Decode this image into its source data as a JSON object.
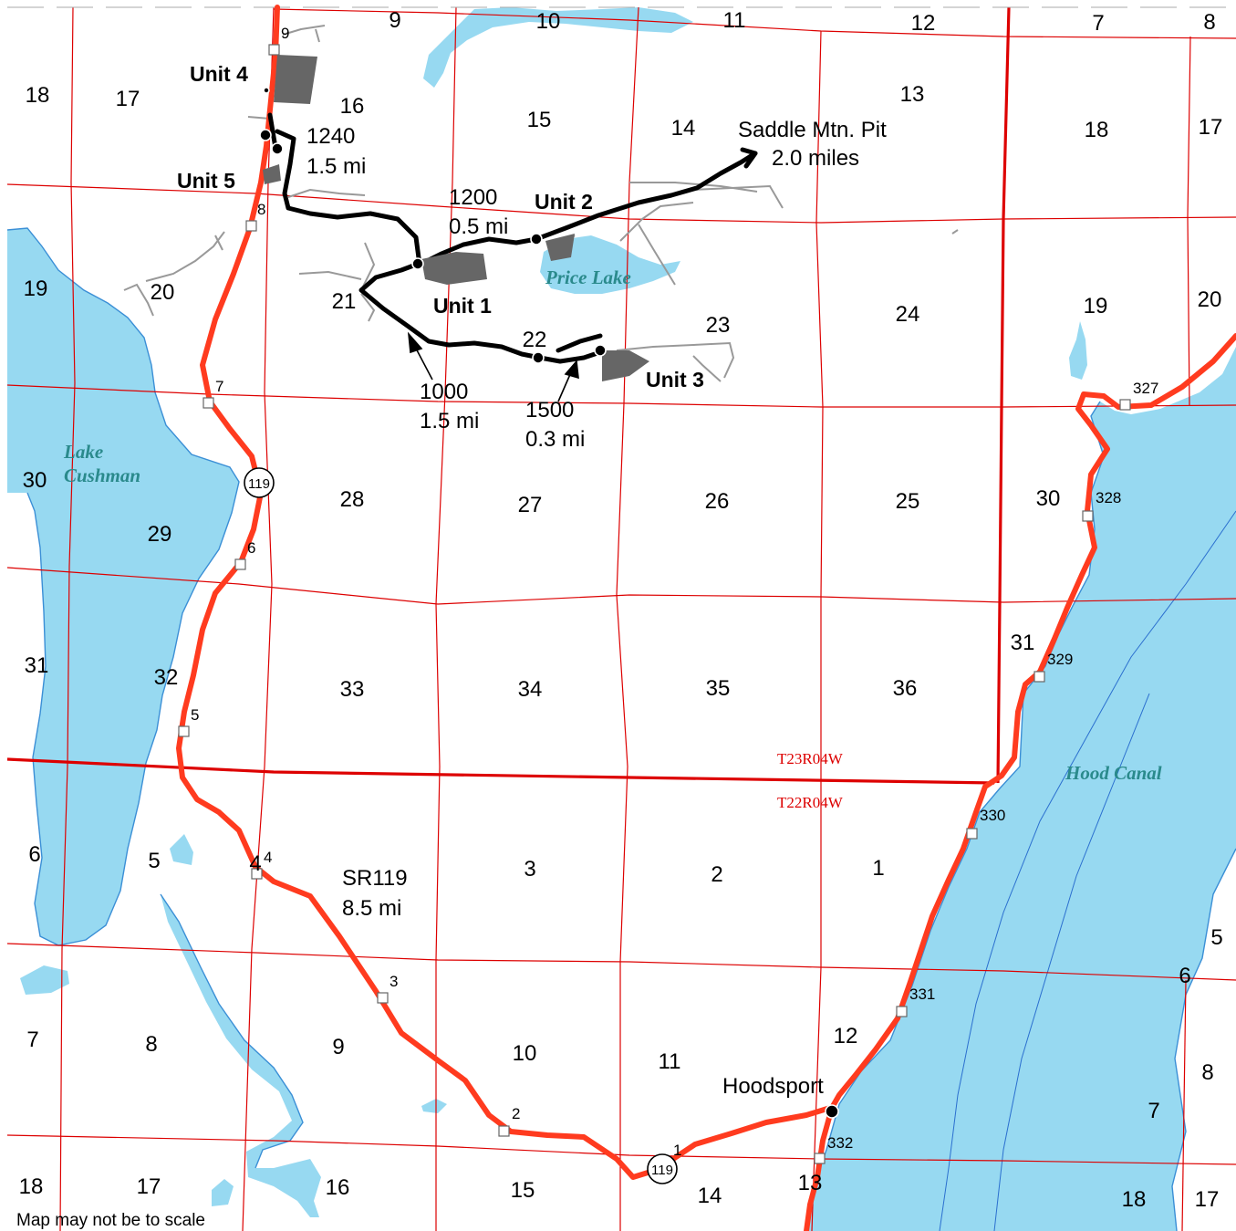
{
  "colors": {
    "water": "#97d9f1",
    "grid": "#dd0000",
    "highway": "#ff3b1f",
    "haul_route": "#000000",
    "unit_fill": "#666666",
    "water_label": "#2a8a8c",
    "spur_road": "#999999"
  },
  "sections": [
    {
      "id": "s9a",
      "label": "9"
    },
    {
      "id": "s10a",
      "label": "10"
    },
    {
      "id": "s11a",
      "label": "11"
    },
    {
      "id": "s12a",
      "label": "12"
    },
    {
      "id": "s7a",
      "label": "7"
    },
    {
      "id": "s8a",
      "label": "8"
    },
    {
      "id": "s18a",
      "label": "18"
    },
    {
      "id": "s17a",
      "label": "17"
    },
    {
      "id": "s16a",
      "label": "16"
    },
    {
      "id": "s15a",
      "label": "15"
    },
    {
      "id": "s14a",
      "label": "14"
    },
    {
      "id": "s13a",
      "label": "13"
    },
    {
      "id": "s18b",
      "label": "18"
    },
    {
      "id": "s17b",
      "label": "17"
    },
    {
      "id": "s19a",
      "label": "19"
    },
    {
      "id": "s20a",
      "label": "20"
    },
    {
      "id": "s21a",
      "label": "21"
    },
    {
      "id": "s22a",
      "label": "22"
    },
    {
      "id": "s23a",
      "label": "23"
    },
    {
      "id": "s24a",
      "label": "24"
    },
    {
      "id": "s19b",
      "label": "19"
    },
    {
      "id": "s20b",
      "label": "20"
    },
    {
      "id": "s30a",
      "label": "30"
    },
    {
      "id": "s29a",
      "label": "29"
    },
    {
      "id": "s28a",
      "label": "28"
    },
    {
      "id": "s27a",
      "label": "27"
    },
    {
      "id": "s26a",
      "label": "26"
    },
    {
      "id": "s25a",
      "label": "25"
    },
    {
      "id": "s30b",
      "label": "30"
    },
    {
      "id": "s31a",
      "label": "31"
    },
    {
      "id": "s32a",
      "label": "32"
    },
    {
      "id": "s33a",
      "label": "33"
    },
    {
      "id": "s34a",
      "label": "34"
    },
    {
      "id": "s35a",
      "label": "35"
    },
    {
      "id": "s36a",
      "label": "36"
    },
    {
      "id": "s31b",
      "label": "31"
    },
    {
      "id": "s6a",
      "label": "6"
    },
    {
      "id": "s5a",
      "label": "5"
    },
    {
      "id": "s4a",
      "label": "4"
    },
    {
      "id": "s3a",
      "label": "3"
    },
    {
      "id": "s2a",
      "label": "2"
    },
    {
      "id": "s1a",
      "label": "1"
    },
    {
      "id": "s5b",
      "label": "5"
    },
    {
      "id": "s6b",
      "label": "6"
    },
    {
      "id": "s7b",
      "label": "7"
    },
    {
      "id": "s8b",
      "label": "8"
    },
    {
      "id": "s9b",
      "label": "9"
    },
    {
      "id": "s10b",
      "label": "10"
    },
    {
      "id": "s11b",
      "label": "11"
    },
    {
      "id": "s12b",
      "label": "12"
    },
    {
      "id": "s8c",
      "label": "8"
    },
    {
      "id": "s7c",
      "label": "7"
    },
    {
      "id": "s18c",
      "label": "18"
    },
    {
      "id": "s17c",
      "label": "17"
    },
    {
      "id": "s16b",
      "label": "16"
    },
    {
      "id": "s15b",
      "label": "15"
    },
    {
      "id": "s14b",
      "label": "14"
    },
    {
      "id": "s13b",
      "label": "13"
    },
    {
      "id": "s18d",
      "label": "18"
    },
    {
      "id": "s17d",
      "label": "17"
    }
  ],
  "mileposts_sr119": [
    "9",
    "8",
    "7",
    "6",
    "5",
    "4",
    "3",
    "2",
    "1"
  ],
  "mileposts_us101": [
    "327",
    "328",
    "329",
    "330",
    "331",
    "332"
  ],
  "route_shields": [
    "119",
    "119"
  ],
  "units": {
    "u1": "Unit 1",
    "u2": "Unit 2",
    "u3": "Unit 3",
    "u4": "Unit 4",
    "u5": "Unit 5"
  },
  "road_segments": {
    "r1240": {
      "road": "1240",
      "dist": "1.5 mi"
    },
    "r1200": {
      "road": "1200",
      "dist": "0.5 mi"
    },
    "r1000": {
      "road": "1000",
      "dist": "1.5 mi"
    },
    "r1500": {
      "road": "1500",
      "dist": "0.3 mi"
    },
    "sr119": {
      "road": "SR119",
      "dist": "8.5 mi"
    },
    "pit": {
      "road": "Saddle Mtn. Pit",
      "dist": "2.0 miles"
    }
  },
  "places": {
    "hoodsport": "Hoodsport"
  },
  "water": {
    "lake_cushman_1": "Lake",
    "lake_cushman_2": "Cushman",
    "price_lake": "Price Lake",
    "hood_canal": "Hood Canal"
  },
  "townships": {
    "north": "T23R04W",
    "south": "T22R04W"
  },
  "disclaimer": "Map may not be to scale"
}
